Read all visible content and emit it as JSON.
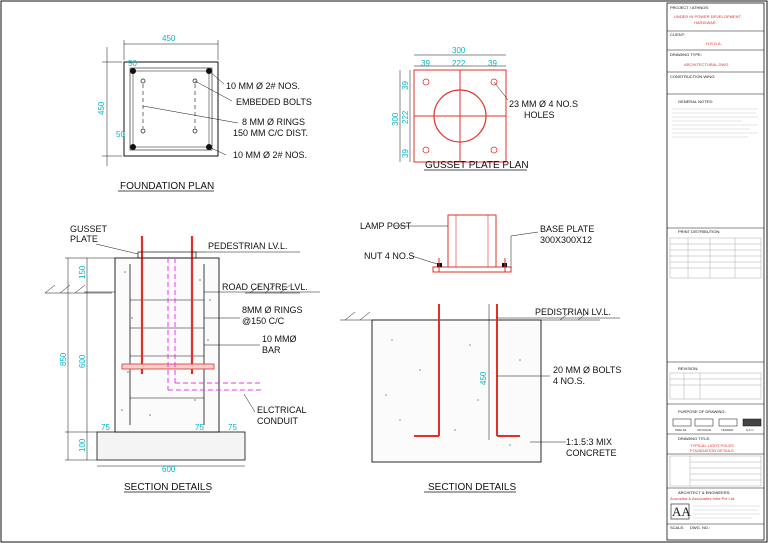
{
  "foundation_plan": {
    "title": "FOUNDATION PLAN",
    "dim_width": "450",
    "dim_height": "450",
    "dim_corner_1": "50",
    "dim_corner_2": "50",
    "note_top": "10 MM Ø 2# NOS.",
    "note_bolts": "EMBEDED BOLTS",
    "note_rings_1": "8 MM Ø RINGS",
    "note_rings_2": "150 MM C/C DIST.",
    "note_bottom": "10 MM Ø 2# NOS."
  },
  "gusset_plate_plan": {
    "title": "GUSSET PLATE PLAN",
    "dim_width": "300",
    "dim_inner_1": "39",
    "dim_inner_2": "222",
    "dim_inner_3": "39",
    "dim_height": "300",
    "dim_v_1": "39",
    "dim_v_2": "222",
    "dim_v_3": "39",
    "note_holes_1": "23 MM Ø 4 NO.S",
    "note_holes_2": "HOLES"
  },
  "section_left": {
    "title": "SECTION DETAILS",
    "gusset_1": "GUSSET",
    "gusset_2": "PLATE",
    "pedestrian": "PEDESTRIAN LV.L.",
    "road": "ROAD CENTRE LVL.",
    "rings_1": "8MM Ø RINGS",
    "rings_2": "@150 C/C",
    "bar_1": "10 MMØ",
    "bar_2": "BAR",
    "conduit_1": "ELCTRICAL",
    "conduit_2": "CONDUIT",
    "dim_150": "150",
    "dim_600": "600",
    "dim_850": "850",
    "dim_100": "100",
    "dim_75a": "75",
    "dim_75b": "75",
    "dim_75c": "75",
    "dim_600w": "600"
  },
  "section_right": {
    "title": "SECTION DETAILS",
    "lamp_post": "LAMP POST",
    "nut": "NUT 4 NO.S",
    "base_1": "BASE PLATE",
    "base_2": "300X300X12",
    "pedestrian": "PEDISTRIAN LV.L.",
    "bolts_1": "20 MM Ø BOLTS",
    "bolts_2": "4 NO.S.",
    "dim_450": "450",
    "mix_1": "1:1.5:3 MIX",
    "mix_2": "CONCRETE"
  },
  "title_block": {
    "project_label": "PROJECT / ATHNOS:",
    "project_value_1": "UNDER IN POWER DEVELOPMENT,",
    "project_value_2": "HARIDWAR",
    "client_label": "CLIENT:",
    "client_value": "H.R.D.A.",
    "drawing_type_label": "DRAWING TYPE:",
    "drawing_type_value": "ARCHITECTURAL DWG.",
    "construction_label": "CONSTRUCTION WING:",
    "notes_label": "GENERAL NOTES:",
    "print_dist_label": "PRINT DISTRIBUTION:",
    "revision_label": "REVISION:",
    "purpose_label": "PURPOSE OF DRAWING:",
    "purpose_options": [
      "PRELIM.",
      "ADVANCE",
      "TENDER",
      "G.F.C."
    ],
    "drawing_title_label": "DRAWING TITLE:",
    "drawing_title_1": "TYPICAL LIGHT POLES",
    "drawing_title_2": "FOUNDATION DETAILS",
    "architect_label": "ARCHITECT & ENGINEERS:",
    "firm_name": "Anuradha & Associates Infra Pvt Ltd.",
    "logo_text": "AA",
    "scale_label": "SCALE: ",
    "dwg_no_label": "DWG. NO.:",
    "accent_color": "#e0302a"
  }
}
